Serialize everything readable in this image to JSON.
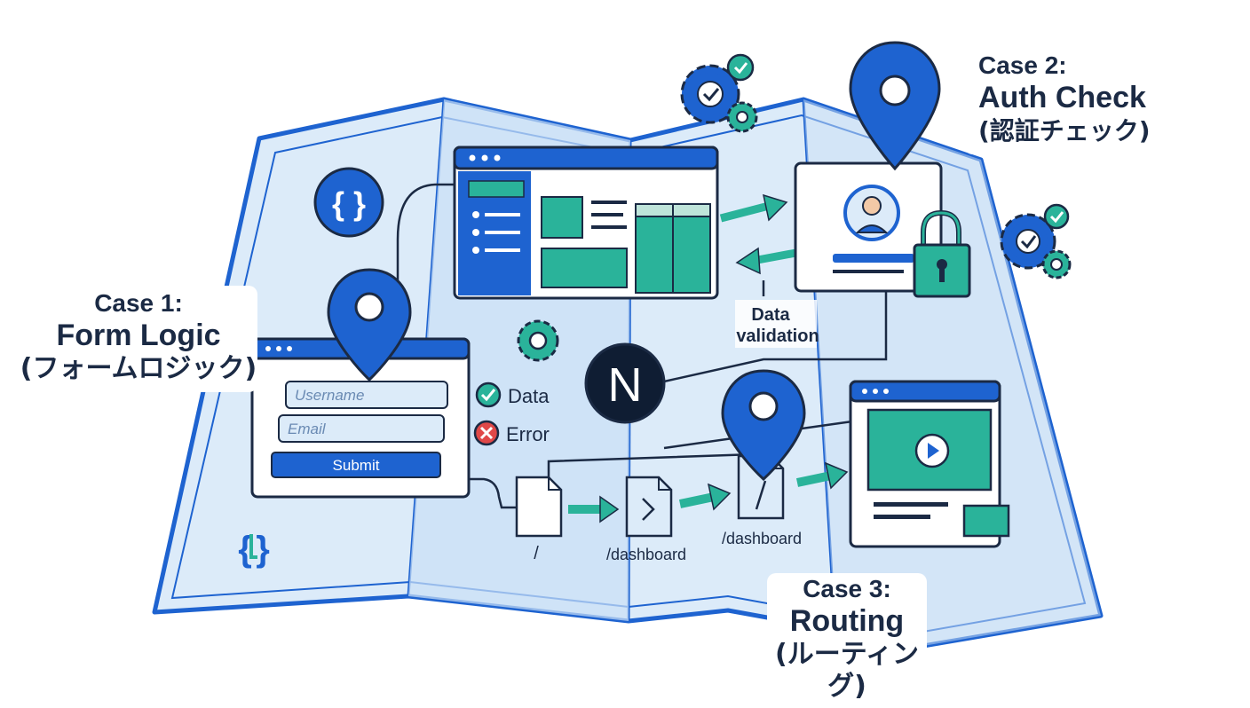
{
  "case1": {
    "case_label": "Case 1:",
    "title": "Form Logic",
    "subtitle": "(フォームロジック)"
  },
  "case2": {
    "case_label": "Case 2:",
    "title": "Auth Check",
    "subtitle": "(認証チェック)"
  },
  "case3": {
    "case_label": "Case 3:",
    "title": "Routing",
    "subtitle": "(ルーティング)"
  },
  "form": {
    "username_placeholder": "Username",
    "email_placeholder": "Email",
    "submit_label": "Submit"
  },
  "status": {
    "data_label": "Data",
    "error_label": "Error"
  },
  "validation": {
    "line1": "Data",
    "line2": "validation"
  },
  "routes": {
    "root": "/",
    "dashboard_1": "/dashboard",
    "dashboard_2": "/dashboard"
  },
  "logos": {
    "nextjs": "N"
  },
  "colors": {
    "primary_blue": "#1e63d0",
    "teal": "#2ab39a",
    "navy_outline": "#1b2a44",
    "map_fill": "#dcebf9",
    "error_red": "#e04848"
  }
}
